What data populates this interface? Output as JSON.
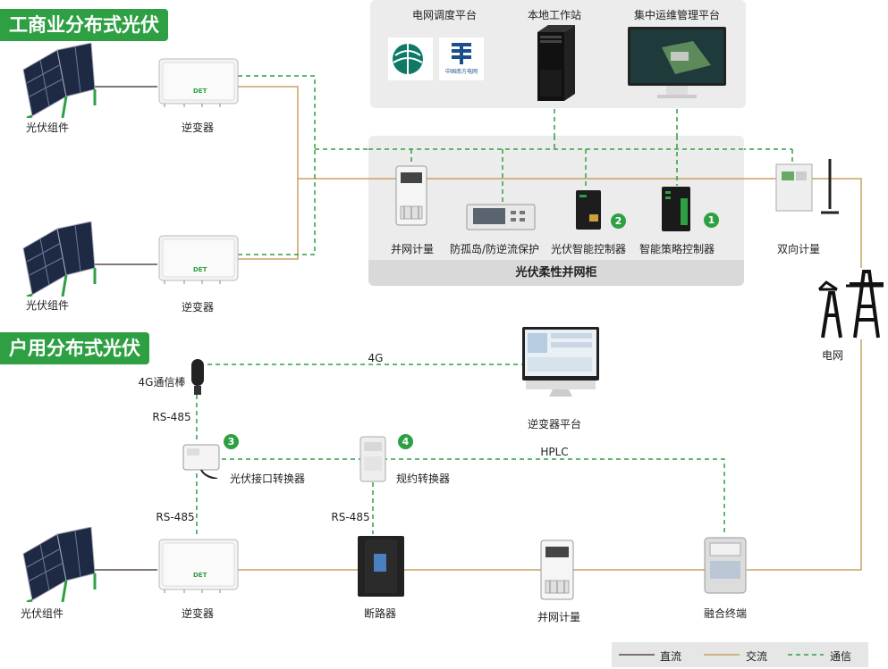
{
  "sections": {
    "commercial": "工商业分布式光伏",
    "residential": "户用分布式光伏"
  },
  "top_panel": {
    "grid_dispatch": "电网调度平台",
    "local_workstation": "本地工作站",
    "ops_platform": "集中运维管理平台",
    "logo2_text": "中国南方电网"
  },
  "cabinet": {
    "title": "光伏柔性并网柜",
    "grid_meter": "并网计量",
    "anti_island": "防孤岛/防逆流保护",
    "pv_controller": "光伏智能控制器",
    "strategy_controller": "智能策略控制器",
    "badge_pv": "2",
    "badge_strategy": "1"
  },
  "commercial": {
    "pv1": "光伏组件",
    "inv1": "逆变器",
    "pv2": "光伏组件",
    "inv2": "逆变器",
    "bidir_meter": "双向计量",
    "grid": "电网"
  },
  "residential": {
    "antenna": "4G通信棒",
    "link_4g": "4G",
    "inverter_platform": "逆变器平台",
    "rs485_a": "RS-485",
    "pv_converter": "光伏接口转换器",
    "badge_pv_converter": "3",
    "protocol_converter": "规约转换器",
    "badge_protocol": "4",
    "hplc": "HPLC",
    "rs485_b": "RS-485",
    "rs485_c": "RS-485",
    "pv": "光伏组件",
    "inverter": "逆变器",
    "breaker": "断路器",
    "grid_meter": "并网计量",
    "fusion_terminal": "融合终端"
  },
  "inverter_brand": "DET",
  "legend": {
    "dc": "直流",
    "ac": "交流",
    "comm": "通信"
  },
  "colors": {
    "accent": "#2ea043",
    "dc_line": "#5a4a48",
    "ac_line": "#c8a064",
    "comm_line": "#2ea043"
  }
}
